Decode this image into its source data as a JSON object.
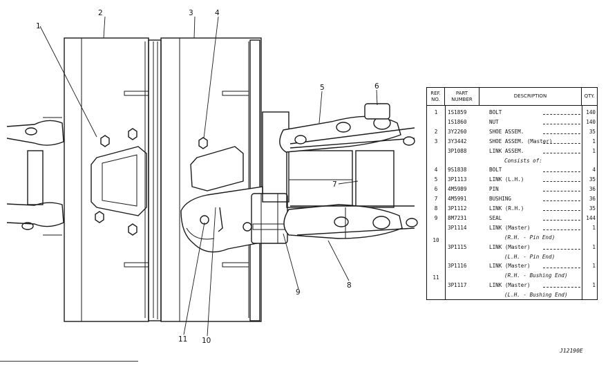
{
  "callouts": {
    "c1": "1",
    "c2": "2",
    "c3": "3",
    "c4": "4",
    "c5": "5",
    "c6": "6",
    "c7": "7",
    "c8": "8",
    "c9": "9",
    "c10": "10",
    "c11": "11"
  },
  "table": {
    "header": {
      "ref": "REF. NO.",
      "part": "PART NUMBER",
      "desc": "DESCRIPTION",
      "qty": "QTY."
    },
    "rows": [
      {
        "ref": "1",
        "part": "1S1859",
        "desc": "BOLT",
        "qty": "140"
      },
      {
        "ref": "",
        "part": "1S1860",
        "desc": "NUT",
        "qty": "140"
      },
      {
        "ref": "2",
        "part": "3Y2260",
        "desc": "SHOE ASSEM.",
        "qty": "35"
      },
      {
        "ref": "3",
        "part": "3Y3442",
        "desc": "SHOE ASSEM. (Master)",
        "qty": "1"
      },
      {
        "ref": "",
        "part": "3P1088",
        "desc": "LINK ASSEM.",
        "qty": "1"
      },
      {
        "ref": "",
        "part": "",
        "desc": "Consists of:",
        "qty": ""
      },
      {
        "ref": "4",
        "part": "9S1838",
        "desc": "BOLT",
        "qty": "4"
      },
      {
        "ref": "5",
        "part": "3P1113",
        "desc": "LINK (L.H.)",
        "qty": "35"
      },
      {
        "ref": "6",
        "part": "4M5989",
        "desc": "PIN",
        "qty": "36"
      },
      {
        "ref": "7",
        "part": "4M5991",
        "desc": "BUSHING",
        "qty": "36"
      },
      {
        "ref": "8",
        "part": "3P1112",
        "desc": "LINK (R.H.)",
        "qty": "35"
      },
      {
        "ref": "9",
        "part": "8M7231",
        "desc": "SEAL",
        "qty": "144"
      },
      {
        "ref": "",
        "part": "3P1114",
        "desc": "LINK (Master)",
        "qty": "1"
      },
      {
        "ref": "",
        "part": "",
        "desc": "(R.H. - Pin End)",
        "qty": ""
      },
      {
        "ref": "",
        "part": "3P1115",
        "desc": "LINK (Master)",
        "qty": "1"
      },
      {
        "ref": "",
        "part": "",
        "desc": "(L.H. - Pin End)",
        "qty": ""
      },
      {
        "ref": "",
        "part": "3P1116",
        "desc": "LINK (Master)",
        "qty": "1"
      },
      {
        "ref": "",
        "part": "",
        "desc": "(R.H. - Bushing End)",
        "qty": ""
      },
      {
        "ref": "",
        "part": "3P1117",
        "desc": "LINK (Master)",
        "qty": "1"
      },
      {
        "ref": "",
        "part": "",
        "desc": "(L.H. - Bushing End)",
        "qty": ""
      }
    ],
    "group_refs": {
      "ref10": "10",
      "ref11": "11"
    }
  },
  "drawing_number": "J12190E"
}
